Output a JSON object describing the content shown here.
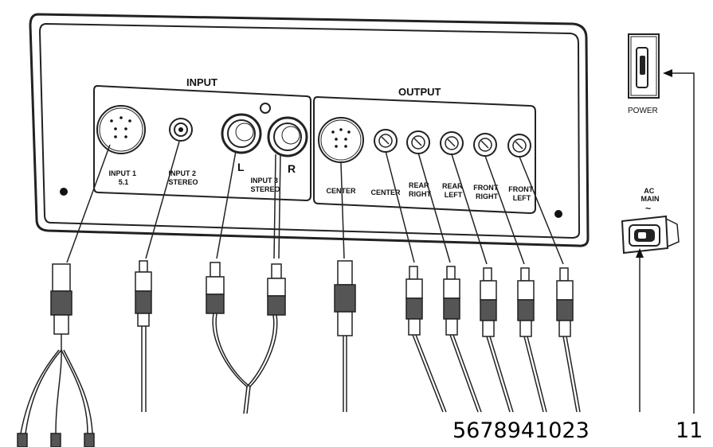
{
  "panel": {
    "input_heading": "INPUT",
    "output_heading": "OUTPUT"
  },
  "inputs": {
    "input1": [
      "INPUT 1",
      "5.1"
    ],
    "input2": [
      "INPUT 2",
      "STEREO"
    ],
    "input3": [
      "INPUT 3",
      "STEREO"
    ],
    "left_marker": "L",
    "right_marker": "R"
  },
  "outputs": [
    [
      "CENTER"
    ],
    [
      "CENTER"
    ],
    [
      "REAR",
      "RIGHT"
    ],
    [
      "REAR",
      "LEFT"
    ],
    [
      "FRONT",
      "RIGHT"
    ],
    [
      "FRONT",
      "LEFT"
    ]
  ],
  "power_switch": {
    "label": "POWER"
  },
  "ac_main": {
    "label": [
      "AC",
      "MAIN"
    ],
    "symbol": "~"
  },
  "callouts": {
    "cables": "5678941023",
    "power": "11"
  }
}
